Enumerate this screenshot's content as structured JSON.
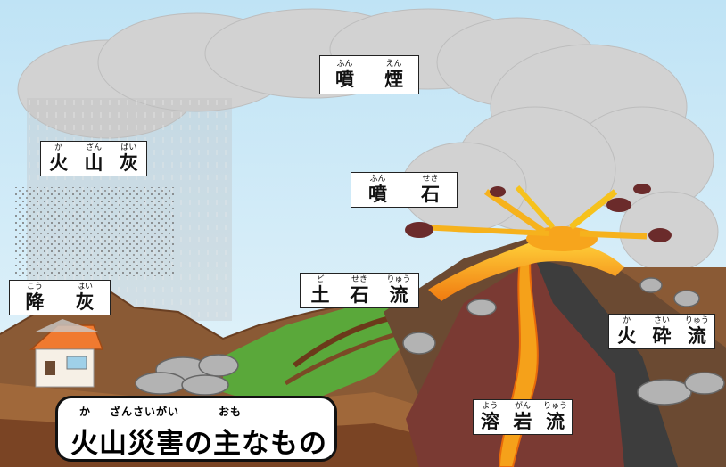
{
  "title": {
    "ruby_1": "か",
    "ruby_2": "ざんさいがい",
    "ruby_3": "おも",
    "text": "火山災害の主なもの"
  },
  "labels": {
    "funen": {
      "ruby": [
        "ふん",
        "えん"
      ],
      "kanji": [
        "噴",
        "煙"
      ]
    },
    "kazanbai": {
      "ruby": [
        "か",
        "ざん",
        "ばい"
      ],
      "kanji": [
        "火",
        "山",
        "灰"
      ]
    },
    "funseki": {
      "ruby": [
        "ふん",
        "せき"
      ],
      "kanji": [
        "噴",
        "石"
      ]
    },
    "kouhai": {
      "ruby": [
        "こう",
        "はい"
      ],
      "kanji": [
        "降",
        "灰"
      ]
    },
    "dosekiryu": {
      "ruby": [
        "ど",
        "せき",
        "りゅう"
      ],
      "kanji": [
        "土",
        "石",
        "流"
      ]
    },
    "kasairyu": {
      "ruby": [
        "か",
        "さい",
        "りゅう"
      ],
      "kanji": [
        "火",
        "砕",
        "流"
      ]
    },
    "yoganryu": {
      "ruby": [
        "よう",
        "がん",
        "りゅう"
      ],
      "kanji": [
        "溶",
        "岩",
        "流"
      ]
    }
  },
  "colors": {
    "sky": "#cfe9f6",
    "smoke": "#d3d3d3",
    "mountain": "#8a5a35",
    "lava": "#f39a12",
    "mudflow": "#5a9e3a",
    "magma_chamber": "#7a3a33"
  }
}
